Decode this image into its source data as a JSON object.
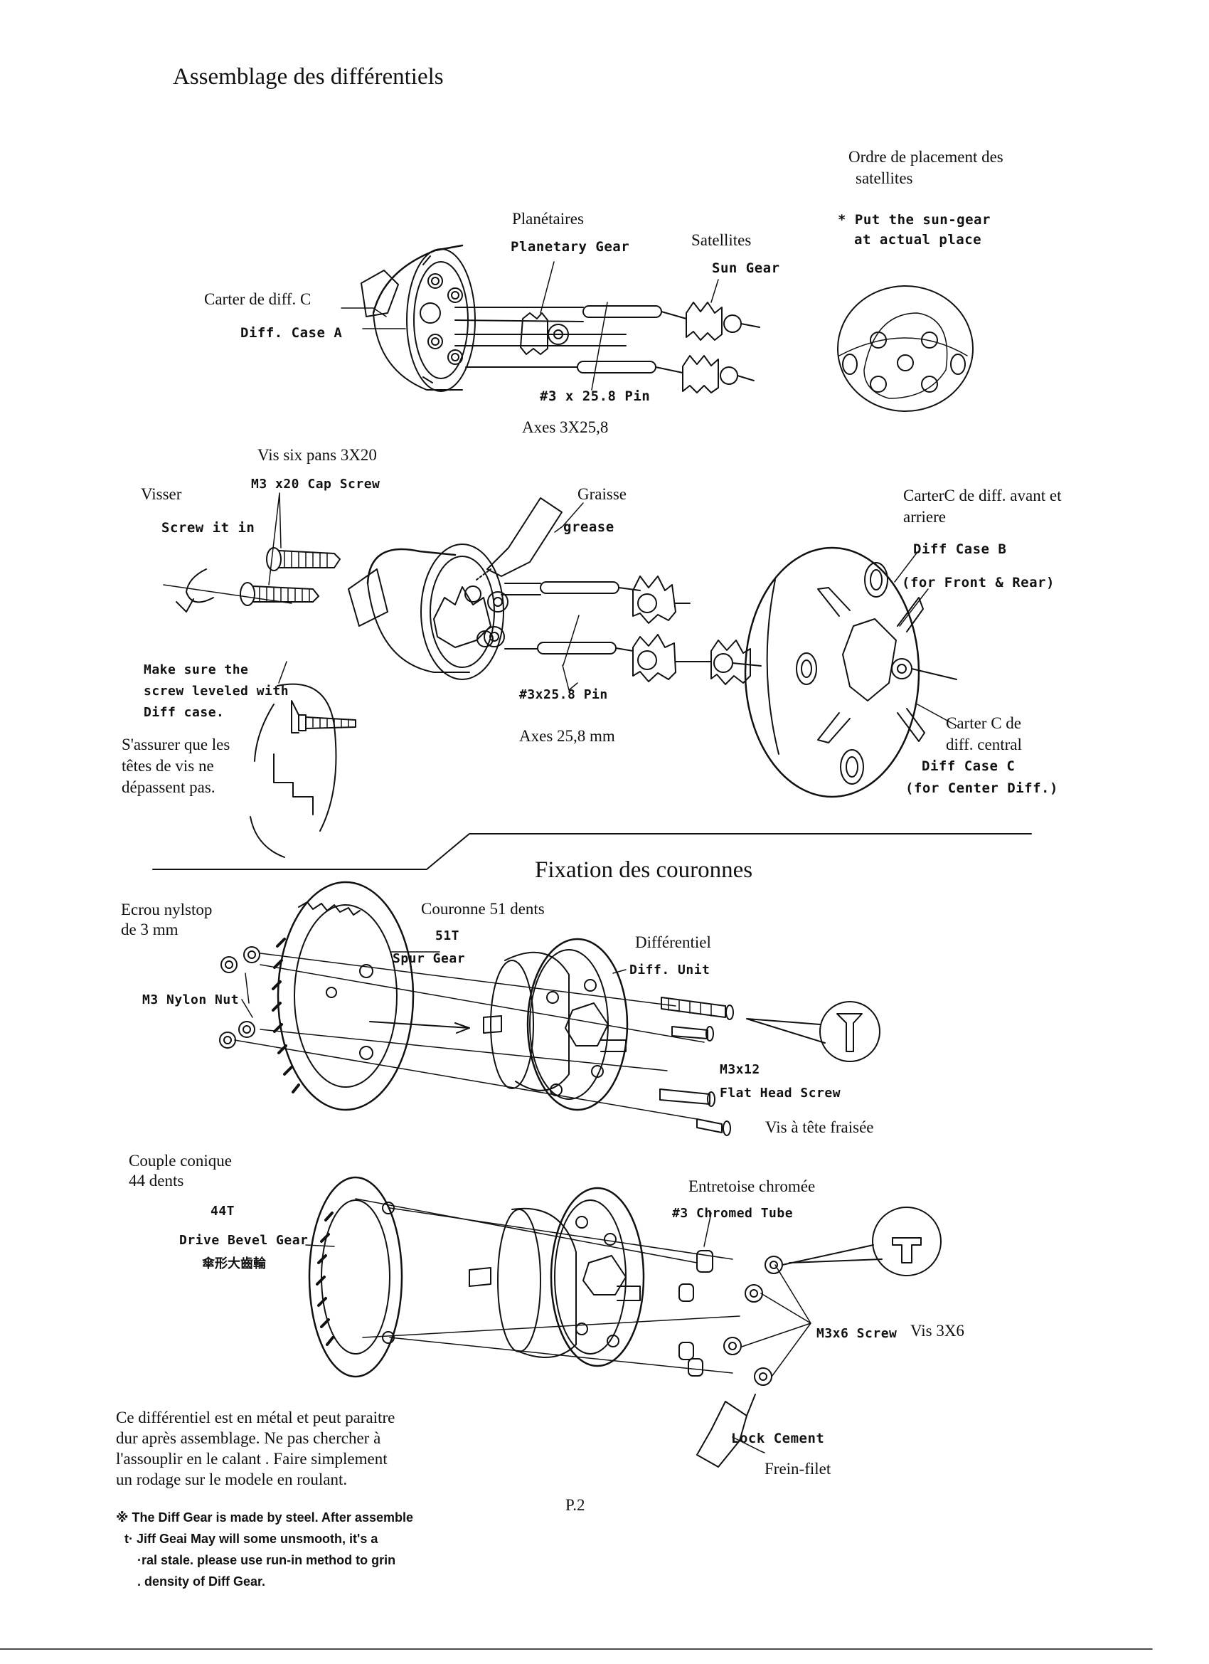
{
  "title": "Assemblage des différentiels",
  "top_section": {
    "placement_order": {
      "fr_line1": "Ordre de placement des",
      "fr_line2": "satellites",
      "en_line1": "* Put the sun-gear",
      "en_line2": "at actual place"
    },
    "planetary": {
      "fr": "Planétaires",
      "en": "Planetary Gear"
    },
    "sun": {
      "fr": "Satellites",
      "en": "Sun Gear"
    },
    "case_c_fr": "Carter de diff. C",
    "case_a_en": "Diff. Case A",
    "pin_en": "#3 x 25.8 Pin",
    "pin_fr": "Axes 3X25,8"
  },
  "middle_section": {
    "screw_fr": "Vis six pans 3X20",
    "screw_en": "M3 x20 Cap Screw",
    "visser": "Visser",
    "screw_it_in": "Screw it in",
    "graisse": "Graisse",
    "grease": "grease",
    "carter_front_rear_fr_line1": "CarterC de diff. avant et",
    "carter_front_rear_fr_line2": "arriere",
    "case_b_en": "Diff Case B",
    "case_b_note": "(for Front & Rear)",
    "make_sure": [
      "Make sure the",
      "screw leveled with",
      "Diff case."
    ],
    "assurer": [
      "S'assurer que les",
      "têtes de vis ne",
      "dépassent pas."
    ],
    "pin_en": "#3x25.8 Pin",
    "pin_fr": "Axes 25,8 mm",
    "carter_central": [
      "Carter C de",
      "diff. central"
    ],
    "case_c_en": "Diff Case C",
    "case_c_note": "(for Center Diff.)"
  },
  "section2_title": "Fixation des couronnes",
  "spur_section": {
    "nylstop_fr": [
      "Ecrou nylstop",
      "de 3 mm"
    ],
    "nylon_nut_en": "M3 Nylon Nut",
    "couronne_fr": "Couronne 51 dents",
    "spur_en": [
      "51T",
      "Spur Gear"
    ],
    "differentiel_fr": "Différentiel",
    "diff_unit_en": "Diff. Unit",
    "flat_head_en": [
      "M3x12",
      "Flat Head Screw"
    ],
    "flat_head_fr": "Vis à tête fraisée"
  },
  "bevel_section": {
    "couple_fr": [
      "Couple conique",
      "44 dents"
    ],
    "bevel_en": [
      "44T",
      "Drive Bevel Gear"
    ],
    "bevel_cn": "傘形大齒輪",
    "entretoise_fr": "Entretoise chromée",
    "tube_en": "#3 Chromed Tube",
    "screw_en": "M3x6 Screw",
    "screw_fr": "Vis 3X6",
    "lock_en": "Lock Cement",
    "lock_fr": "Frein-filet"
  },
  "notes": {
    "fr": [
      "Ce différentiel est en métal  et peut paraitre",
      "dur après assemblage. Ne pas chercher à",
      "l'assouplir en le calant . Faire simplement",
      "un rodage sur le modele en  roulant."
    ],
    "en": [
      "※ The Diff Gear is made by steel. After assemble",
      "t·  Jiff Geai May will some unsmooth, it's a",
      "·ral stale. please use run-in method to grin",
      ". density of Diff Gear."
    ]
  },
  "page_number": "P.2"
}
